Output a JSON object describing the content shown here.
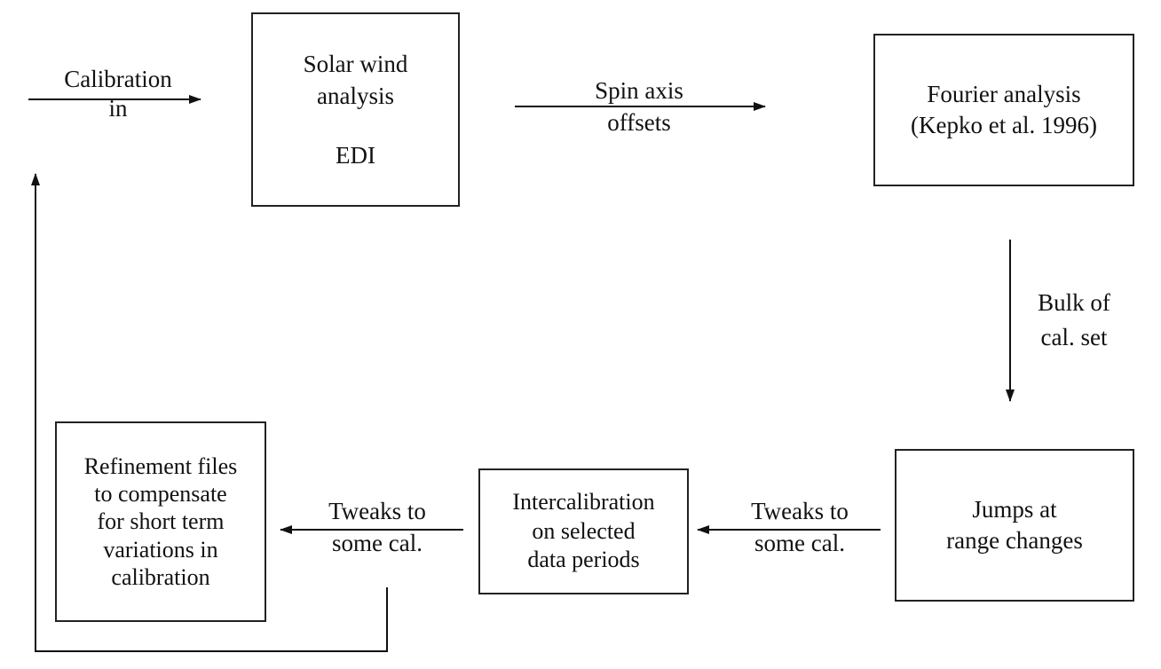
{
  "nodes": {
    "solar_wind": {
      "lines": [
        "Solar wind",
        "analysis",
        "",
        "EDI"
      ]
    },
    "fourier": {
      "lines": [
        "Fourier analysis",
        "(Kepko et al. 1996)"
      ]
    },
    "jumps": {
      "lines": [
        "Jumps at",
        "range changes"
      ]
    },
    "intercalibration": {
      "lines": [
        "Intercalibration",
        "on selected",
        "data periods"
      ]
    },
    "refinement": {
      "lines": [
        "Refinement files",
        "to compensate",
        "for short term",
        "variations in",
        "calibration"
      ]
    }
  },
  "edges": {
    "calibration_in": {
      "lines": [
        "Calibration",
        "in"
      ]
    },
    "spin_axis": {
      "lines": [
        "Spin axis",
        "offsets"
      ]
    },
    "bulk": {
      "lines": [
        "Bulk of",
        "cal. set"
      ]
    },
    "tweaks_right": {
      "lines": [
        "Tweaks to",
        "some cal."
      ]
    },
    "tweaks_left": {
      "lines": [
        "Tweaks to",
        "some cal."
      ]
    }
  }
}
